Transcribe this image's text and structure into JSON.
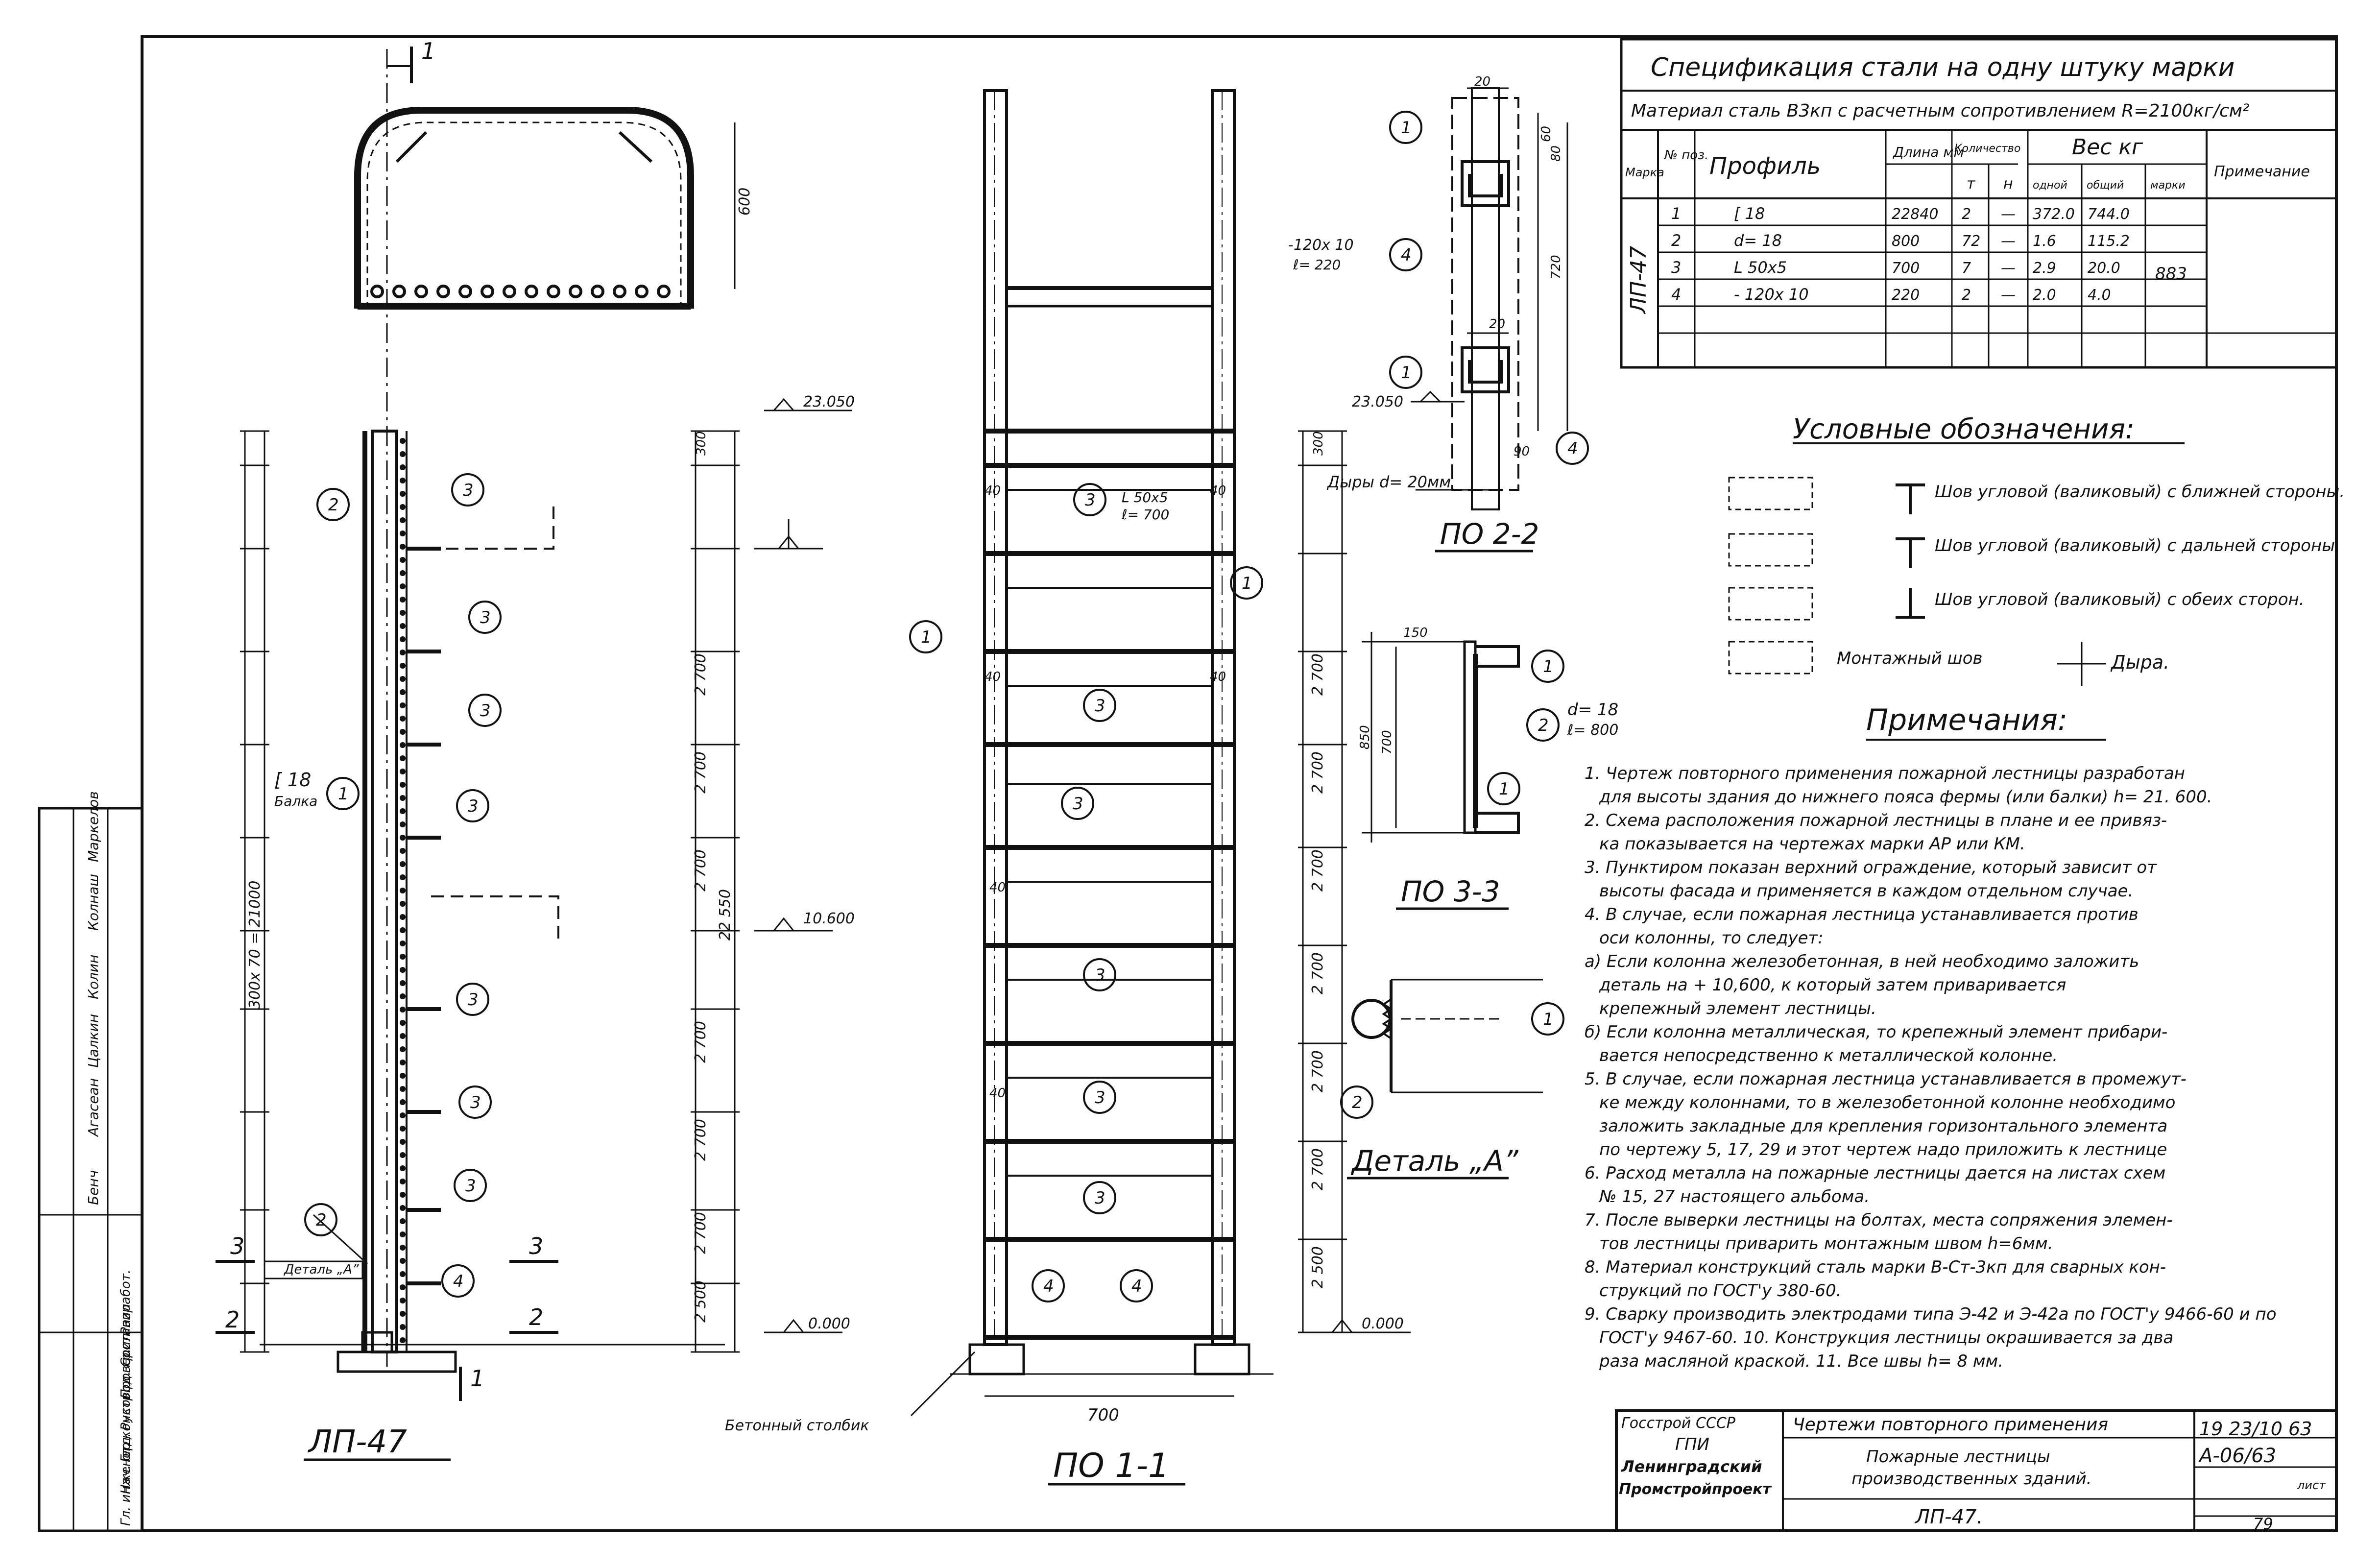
{
  "spec": {
    "title": "Спецификация стали на одну штуку марки",
    "material": "Материал сталь В3кп с расчетным сопротивлением R=2100кг/см²",
    "headers": {
      "mark": "Марка",
      "pos": "№ поз.",
      "profile": "Профиль",
      "length": "Длина мм",
      "qty": "Количество",
      "qty_t": "т",
      "qty_n": "н",
      "weight": "Вес кг",
      "w_one": "одной",
      "w_all": "общий",
      "w_mark": "марки",
      "note": "Примечание"
    },
    "mark_label": "ЛП-47",
    "mark_weight": "883",
    "rows": [
      {
        "pos": "1",
        "profile": "[ 18",
        "length": "22840",
        "t": "2",
        "n": "—",
        "w1": "372.0",
        "w2": "744.0"
      },
      {
        "pos": "2",
        "profile": "d= 18",
        "length": "800",
        "t": "72",
        "n": "—",
        "w1": "1.6",
        "w2": "115.2"
      },
      {
        "pos": "3",
        "profile": "L 50x5",
        "length": "700",
        "t": "7",
        "n": "—",
        "w1": "2.9",
        "w2": "20.0"
      },
      {
        "pos": "4",
        "profile": "- 120x 10",
        "length": "220",
        "t": "2",
        "n": "—",
        "w1": "2.0",
        "w2": "4.0"
      }
    ]
  },
  "legend": {
    "title": "Условные обозначения:",
    "items": [
      "Шов угловой (валиковый) с ближней стороны.",
      "Шов угловой (валиковый) с дальней стороны.",
      "Шов угловой (валиковый) с обеих сторон."
    ],
    "mount": "Монтажный шов",
    "hole": "Дыра."
  },
  "notes": {
    "title": "Примечания:",
    "lines": [
      "1. Чертеж повторного применения пожарной лестницы разработан",
      "для высоты здания до нижнего пояса фермы (или балки) h= 21. 600.",
      "2. Схема расположения пожарной лестницы в плане и ее привяз-",
      "ка показывается на чертежах марки АР или КМ.",
      "3. Пунктиром показан верхний ограждение, который зависит от",
      "высоты фасада и применяется в каждом отдельном случае.",
      "4. В случае, если пожарная лестница устанавливается против",
      "оси колонны, то следует:",
      "а) Если колонна железобетонная, в ней необходимо заложить",
      "деталь на          + 10,600, к который затем приваривается",
      "крепежный элемент лестницы.",
      "б) Если колонна металлическая, то крепежный элемент прибари-",
      "вается непосредственно к металлической колонне.",
      "5. В случае, если пожарная лестница устанавливается в промежут-",
      "ке между колоннами, то в железобетонной колонне необходимо",
      "заложить закладные для крепления горизонтального элемента",
      "по чертежу 5, 17, 29 и этот чертеж надо приложить к лестнице",
      "6. Расход металла на пожарные лестницы дается на листах схем",
      "№ 15, 27       настоящего альбома.",
      "7. После выверки лестницы на болтах, места сопряжения элемен-",
      "тов лестницы приварить монтажным швом h=6мм.",
      "8. Материал конструкций сталь марки В-Ст-3кп для сварных кон-",
      "струкций по ГОСТ'у 380-60.",
      "9. Сварку производить электродами типа Э-42 и Э-42а по ГОСТ'у 9466-60 и по",
      "ГОСТ'у 9467-60.   10. Конструкция лестницы окрашивается за два",
      "раза масляной краской.  11. Все швы h= 8 мм."
    ]
  },
  "titleblock": {
    "org1": "Госстрой СССР",
    "org2": "ГПИ",
    "org3": "Ленинградский",
    "org4": "Промстройпроект",
    "t1": "Чертежи повторного применения",
    "t2": "Пожарные лестницы",
    "t3": "производственных зданий.",
    "t4": "ЛП-47.",
    "album1": "19 23/10 63",
    "album2": "А-06/63",
    "sheet_label": "лист",
    "sheet": "79"
  },
  "side_stamp": [
    "Гл. инженер",
    "Нач. отд.",
    "Гл. констр.",
    "Руковод. гр.",
    "Проверил",
    "Составил",
    "Разработ."
  ],
  "side_names": [
    "Бенч",
    "Агасеан",
    "Цалкин",
    "Колин",
    "Колнаш",
    "Маркелов"
  ],
  "views": {
    "main": "ЛП-47",
    "s11": "ПО 1-1",
    "s22": "ПО 2-2",
    "s33": "ПО 3-3",
    "detail": "Деталь „А”"
  },
  "labels": {
    "c18": "[ 18",
    "beam": "Балка",
    "plate": "-120x 10",
    "plate_len": "ℓ= 220",
    "angle": "L 50x5",
    "angle_len": "ℓ= 700",
    "rod": "d= 18",
    "rod_len": "ℓ= 800",
    "holes": "Дыры d= 20мм",
    "concrete": "Бетонный столбик",
    "detailA": "Деталь „А”",
    "lev_top": "23.050",
    "lev_top2": "23.050",
    "lev_mid": "10.600",
    "lev_zero": "0.000",
    "lev_zero2": "0.000",
    "total": "22 550",
    "spacing": "300x 70 = 21000",
    "w700": "700",
    "step": "2 700",
    "step2": "2 500",
    "h600": "600",
    "h300": "300",
    "h700": "700",
    "d1": "850",
    "d2": "150",
    "d3": "40",
    "d4": "90",
    "d5": "20",
    "d6": "60",
    "d7": "80",
    "d8": "720"
  },
  "markers": [
    "1",
    "2",
    "3",
    "4"
  ],
  "cuts": [
    "1",
    "1",
    "2",
    "2",
    "3",
    "3"
  ]
}
